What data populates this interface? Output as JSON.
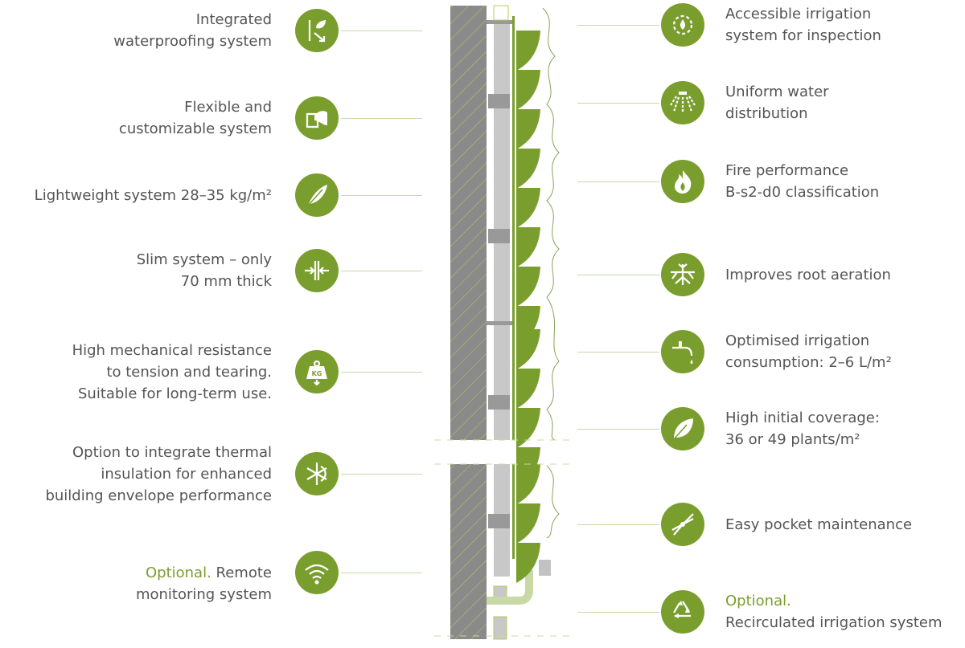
{
  "colors": {
    "accent": "#7a9e2e",
    "text": "#555555",
    "wall": "#8a8a8a"
  },
  "left_features": [
    {
      "lines": [
        "Integrated",
        "waterproofing system"
      ],
      "icon": "waterproofing-icon"
    },
    {
      "lines": [
        "Flexible and",
        "customizable system"
      ],
      "icon": "flexible-icon"
    },
    {
      "lines": [
        "Lightweight system 28–35 kg/m²"
      ],
      "icon": "feather-icon"
    },
    {
      "lines": [
        "Slim system – only",
        "70 mm thick"
      ],
      "icon": "slim-arrows-icon"
    },
    {
      "lines": [
        "High mechanical resistance",
        "to tension and tearing.",
        "Suitable for long-term use."
      ],
      "icon": "weight-kg-icon",
      "icon_text": "KG"
    },
    {
      "lines": [
        "Option to integrate thermal",
        "insulation for enhanced",
        "building envelope performance"
      ],
      "icon": "snowflake-sun-icon"
    },
    {
      "optional": "Optional.",
      "lines": [
        " Remote",
        "monitoring system"
      ],
      "icon": "wifi-icon"
    }
  ],
  "right_features": [
    {
      "lines": [
        "Accessible irrigation",
        "system for inspection"
      ],
      "icon": "gear-drop-icon"
    },
    {
      "lines": [
        "Uniform water",
        "distribution"
      ],
      "icon": "sprinkler-icon"
    },
    {
      "lines": [
        "Fire performance",
        "B-s2-d0 classification"
      ],
      "icon": "fire-icon"
    },
    {
      "lines": [
        "Improves root aeration"
      ],
      "icon": "roots-icon"
    },
    {
      "lines": [
        "Optimised irrigation",
        "consumption: 2–6 L/m²"
      ],
      "icon": "faucet-icon"
    },
    {
      "lines": [
        "High initial coverage:",
        "36 or 49 plants/m²"
      ],
      "icon": "leaf-icon"
    },
    {
      "lines": [
        "Easy pocket maintenance"
      ],
      "icon": "pruning-shears-icon"
    },
    {
      "optional": "Optional.",
      "lines": [
        "Recirculated irrigation system"
      ],
      "icon": "recycle-icon"
    }
  ]
}
